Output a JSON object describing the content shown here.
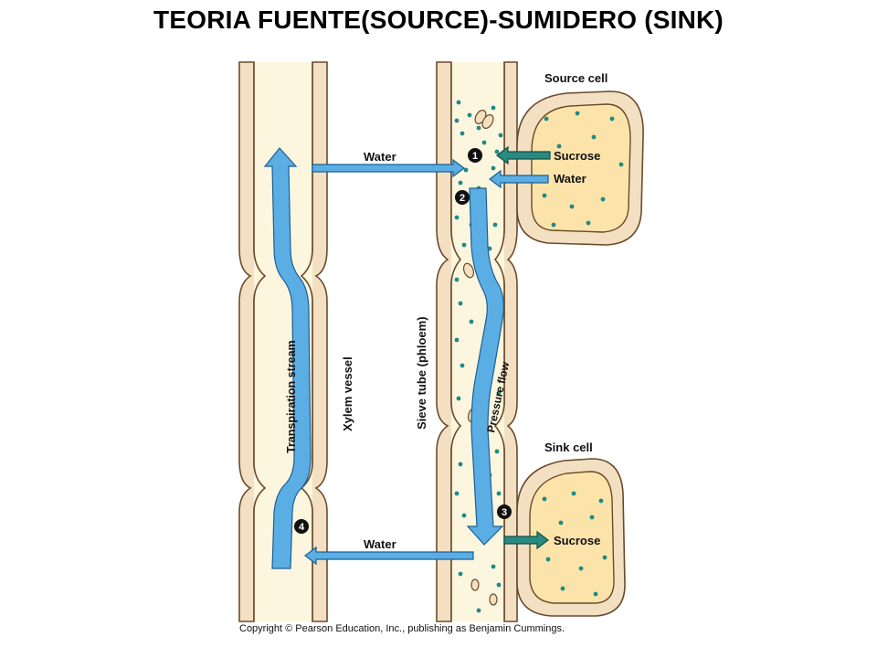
{
  "title": "TEORIA FUENTE(SOURCE)-SUMIDERO (SINK)",
  "labels": {
    "source_cell": "Source cell",
    "sink_cell": "Sink cell",
    "sucrose_in": "Sucrose",
    "water_in": "Water",
    "sucrose_out": "Sucrose",
    "water_top": "Water",
    "water_bottom": "Water",
    "xylem": "Xylem vessel",
    "sieve_tube": "Sieve tube (phloem)",
    "transpiration": "Transpiration stream",
    "pressure": "Pressure flow"
  },
  "steps": [
    "1",
    "2",
    "3",
    "4"
  ],
  "copyright": "Copyright © Pearson Education, Inc., publishing as Benjamin Cummings.",
  "colors": {
    "wall": "#f3e0c2",
    "wall_stroke": "#6b4a2b",
    "lumen": "#fdf6de",
    "cell": "#fbe3aa",
    "water_arrow": "#5aaee3",
    "sucrose_arrow": "#2a8a82",
    "dot": "#1f8a86"
  }
}
